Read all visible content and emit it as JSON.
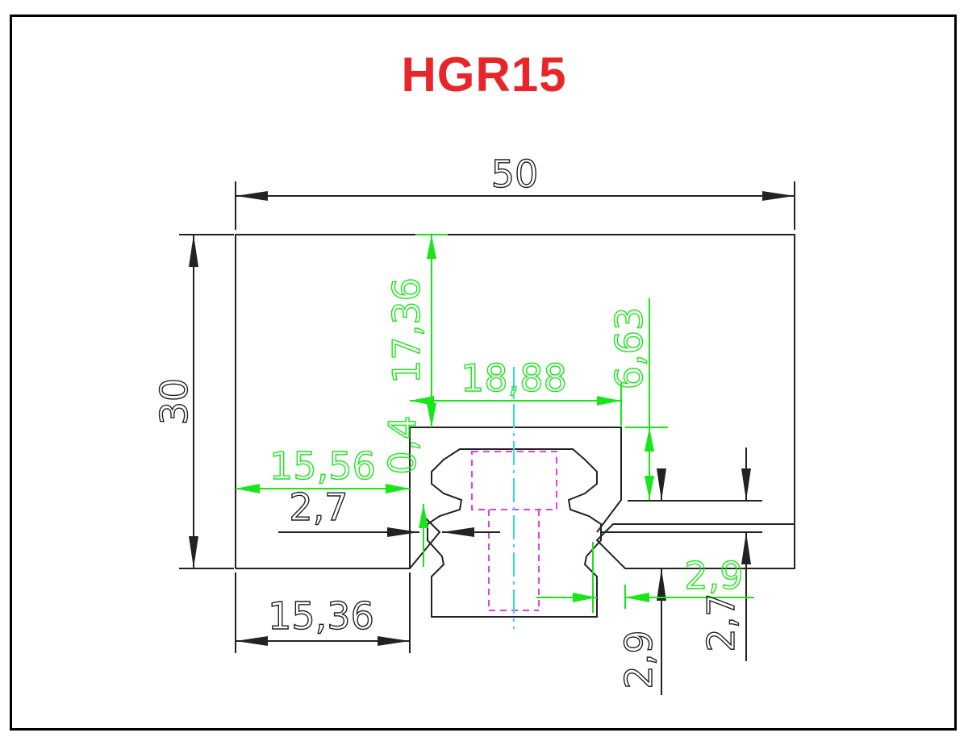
{
  "title": "HGR15",
  "colors": {
    "title": "#e8262a",
    "outline": "#222222",
    "dimension_black": "#222222",
    "dimension_green": "#19e619",
    "bolt": "#e040e0",
    "centerline": "#30d8e8"
  },
  "dimensions": {
    "width_total": "50",
    "height_total": "30",
    "left_to_rail_top": "15,56",
    "left_to_rail_bottom": "15,36",
    "rail_width": "18,88",
    "rail_height": "17,36",
    "gap_top": "0,4",
    "groove_depth": "2,7",
    "right_top": "6,63",
    "right_groove": "2,9",
    "right_low": "2,9",
    "right_height": "2,7"
  }
}
